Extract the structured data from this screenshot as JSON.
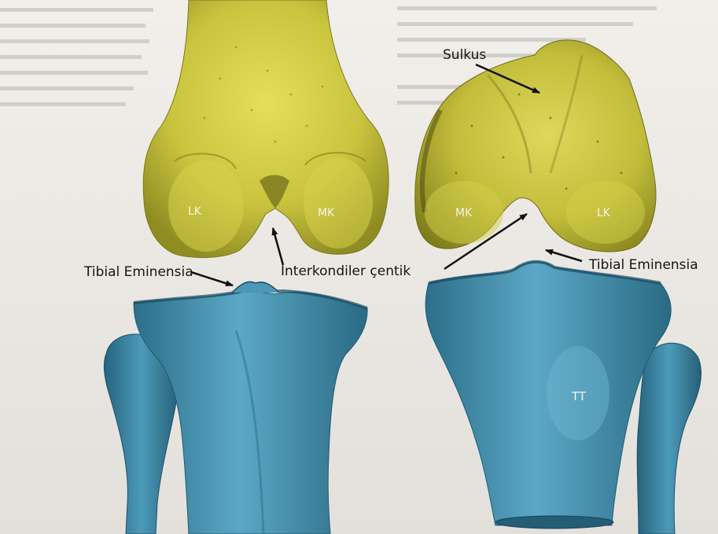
{
  "figure": {
    "labels": {
      "sulcus": "Sulkus",
      "tibial_eminence_left": "Tibial Eminensia",
      "tibial_eminence_right": "Tibial Eminensia",
      "intercondylar_notch": "İnterkondiler çentik",
      "lateral_condyle_left": "LK",
      "medial_condyle_left": "MK",
      "medial_condyle_right": "MK",
      "lateral_condyle_right": "LK",
      "tibial_tuberosity": "TT"
    },
    "colors": {
      "femur": "#c9c43e",
      "tibia": "#3d8fae",
      "page_background": "#efece8",
      "label_text": "#151515",
      "bone_label_text": "#f4f4ea"
    }
  }
}
